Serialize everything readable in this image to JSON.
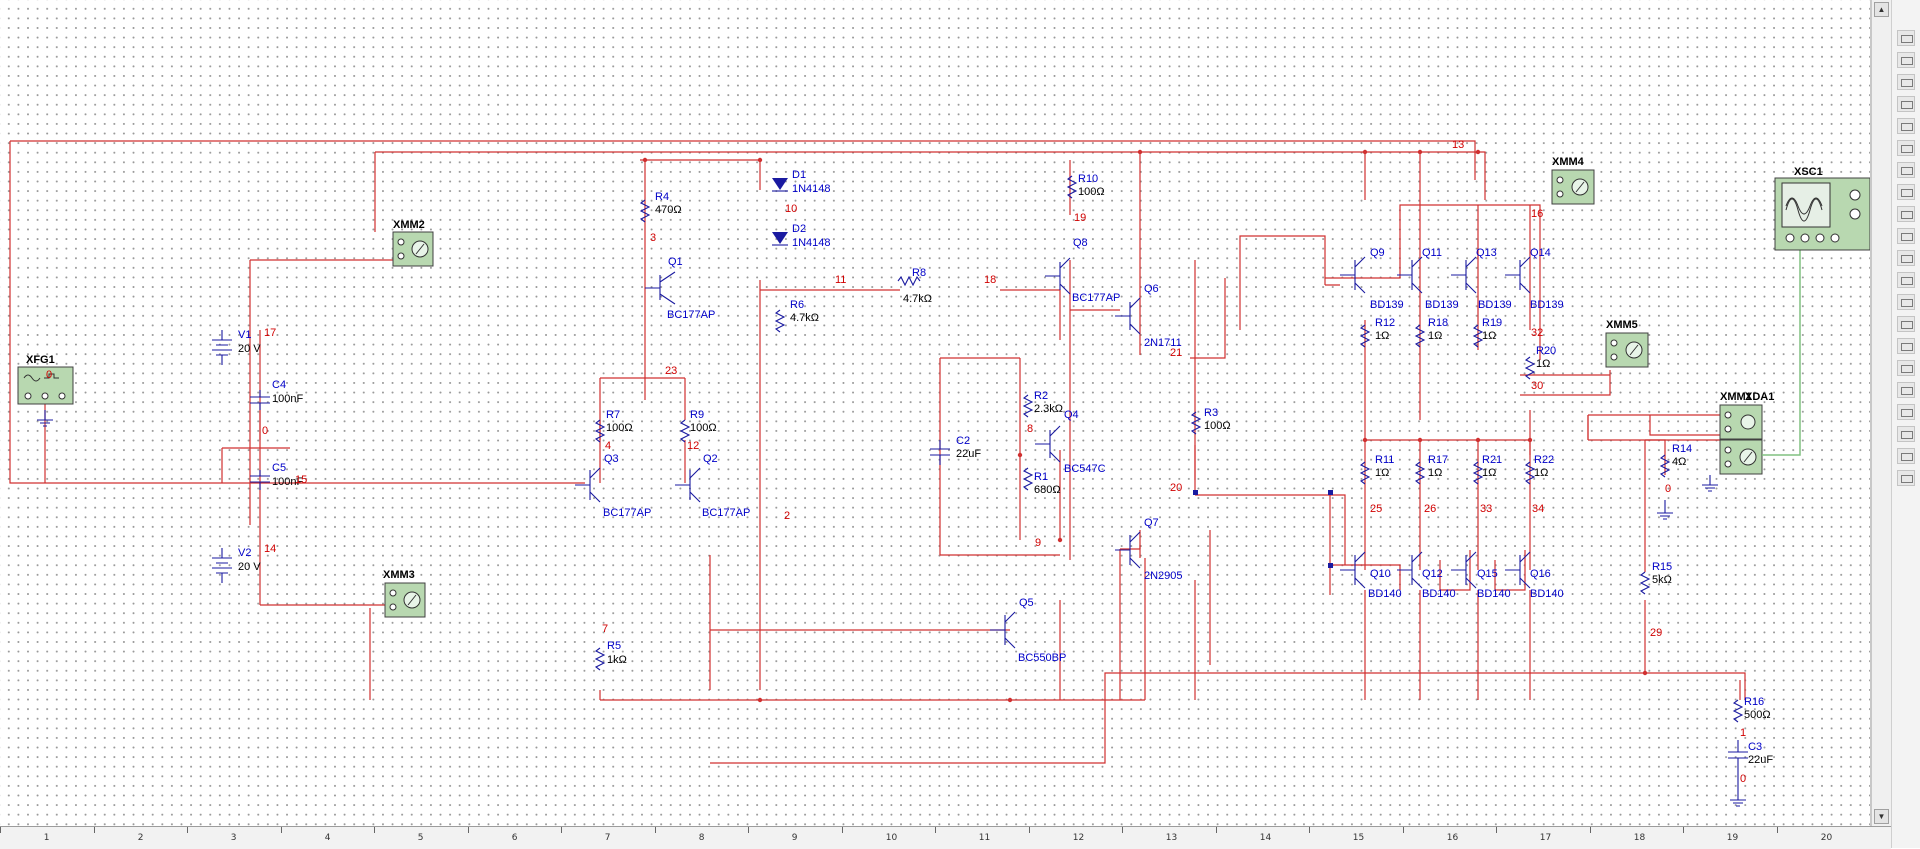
{
  "instruments": {
    "xfg1": "XFG1",
    "xmm2": "XMM2",
    "xmm3": "XMM3",
    "xmm4": "XMM4",
    "xmm5": "XMM5",
    "xmm1": "XMM1",
    "xda1": "XDA1",
    "xsc1": "XSC1"
  },
  "components": {
    "v1": {
      "ref": "V1",
      "value": "20 V"
    },
    "v2": {
      "ref": "V2",
      "value": "20 V"
    },
    "c4": {
      "ref": "C4",
      "value": "100nF"
    },
    "c5": {
      "ref": "C5",
      "value": "100nF"
    },
    "c2": {
      "ref": "C2",
      "value": "22uF"
    },
    "c3": {
      "ref": "C3",
      "value": "22uF"
    },
    "r1": {
      "ref": "R1",
      "value": "680Ω"
    },
    "r2": {
      "ref": "R2",
      "value": "2.3kΩ"
    },
    "r3": {
      "ref": "R3",
      "value": "100Ω"
    },
    "r4": {
      "ref": "R4",
      "value": "470Ω"
    },
    "r5": {
      "ref": "R5",
      "value": "1kΩ"
    },
    "r6": {
      "ref": "R6",
      "value": "4.7kΩ"
    },
    "r7": {
      "ref": "R7",
      "value": "100Ω"
    },
    "r8": {
      "ref": "R8",
      "value": "4.7kΩ"
    },
    "r9": {
      "ref": "R9",
      "value": "100Ω"
    },
    "r10": {
      "ref": "R10",
      "value": "100Ω"
    },
    "r11": {
      "ref": "R11",
      "value": "1Ω"
    },
    "r12": {
      "ref": "R12",
      "value": "1Ω"
    },
    "r14": {
      "ref": "R14",
      "value": "4Ω"
    },
    "r15": {
      "ref": "R15",
      "value": "5kΩ"
    },
    "r16": {
      "ref": "R16",
      "value": "500Ω"
    },
    "r17": {
      "ref": "R17",
      "value": "1Ω"
    },
    "r18": {
      "ref": "R18",
      "value": "1Ω"
    },
    "r19": {
      "ref": "R19",
      "value": "1Ω"
    },
    "r20": {
      "ref": "R20",
      "value": "1Ω"
    },
    "r21": {
      "ref": "R21",
      "value": "1Ω"
    },
    "r22": {
      "ref": "R22",
      "value": "1Ω"
    },
    "d1": {
      "ref": "D1",
      "value": "1N4148"
    },
    "d2": {
      "ref": "D2",
      "value": "1N4148"
    },
    "q1": {
      "ref": "Q1",
      "value": "BC177AP"
    },
    "q2": {
      "ref": "Q2",
      "value": "BC177AP"
    },
    "q3": {
      "ref": "Q3",
      "value": "BC177AP"
    },
    "q4": {
      "ref": "Q4",
      "value": "BC547C"
    },
    "q5": {
      "ref": "Q5",
      "value": "BC550BP"
    },
    "q6": {
      "ref": "Q6",
      "value": "2N1711"
    },
    "q7": {
      "ref": "Q7",
      "value": "2N2905"
    },
    "q8": {
      "ref": "Q8",
      "value": "BC177AP"
    },
    "q9": {
      "ref": "Q9",
      "value": "BD139"
    },
    "q10": {
      "ref": "Q10",
      "value": "BD140"
    },
    "q11": {
      "ref": "Q11",
      "value": "BD139"
    },
    "q12": {
      "ref": "Q12",
      "value": "BD140"
    },
    "q13": {
      "ref": "Q13",
      "value": "BD139"
    },
    "q14": {
      "ref": "Q14",
      "value": "BD139"
    },
    "q15": {
      "ref": "Q15",
      "value": "BD140"
    },
    "q16": {
      "ref": "Q16",
      "value": "BD140"
    }
  },
  "nets": {
    "n0": "0",
    "n0b": "0",
    "n0c": "0",
    "n0d": "0",
    "n1": "1",
    "n2": "2",
    "n3": "3",
    "n4": "4",
    "n7": "7",
    "n8": "8",
    "n9": "9",
    "n10": "10",
    "n11": "11",
    "n12": "12",
    "n13": "13",
    "n14": "14",
    "n15": "15",
    "n16": "16",
    "n17": "17",
    "n18": "18",
    "n19": "19",
    "n20": "20",
    "n21": "21",
    "n23": "23",
    "n25": "25",
    "n26": "26",
    "n29": "29",
    "n30": "30",
    "n32": "32",
    "n33": "33",
    "n34": "34"
  },
  "ruler": [
    "1",
    "2",
    "3",
    "4",
    "5",
    "6",
    "7",
    "8",
    "9",
    "10",
    "11",
    "12",
    "13",
    "14",
    "15",
    "16",
    "17",
    "18",
    "19",
    "20"
  ],
  "side_toolbar_icons": [
    "multimeter-icon",
    "function-generator-icon",
    "wattmeter-icon",
    "oscilloscope-icon",
    "four-channel-scope-icon",
    "bode-plotter-icon",
    "frequency-counter-icon",
    "word-generator-icon",
    "logic-analyzer-icon",
    "logic-converter-icon",
    "iv-analyzer-icon",
    "distortion-analyzer-icon",
    "spectrum-analyzer-icon",
    "network-analyzer-icon",
    "agilent-generator-icon",
    "agilent-multimeter-icon",
    "agilent-scope-icon",
    "tektronix-scope-icon",
    "measurement-probe-icon",
    "labview-icon",
    "current-probe-icon"
  ],
  "colors": {
    "wire": "#d03030",
    "component": "#1a1aa0",
    "refdes": "#0000c8",
    "netlabel": "#d00000",
    "instrument": "#b8d8b0"
  }
}
